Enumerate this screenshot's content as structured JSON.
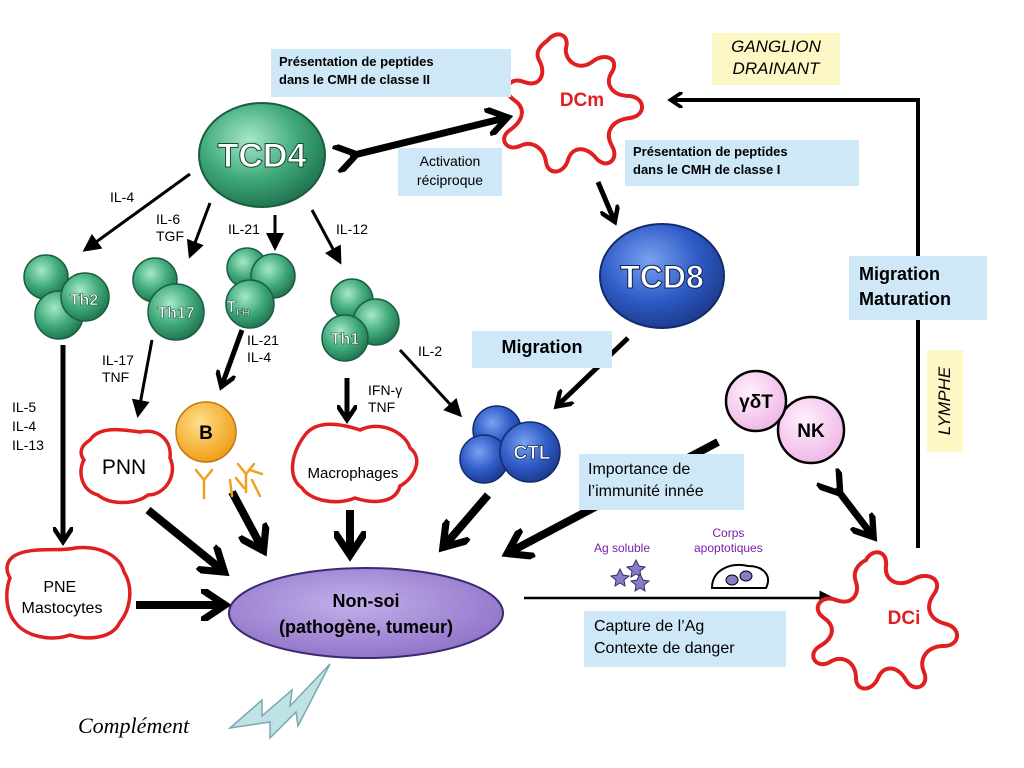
{
  "boxes": {
    "pres_class2": "Présentation de peptides\ndans le CMH de classe II",
    "pres_class1": "Présentation de peptides\ndans le CMH de classe I",
    "activation": "Activation\nréciproque",
    "migration": "Migration",
    "migration_maturation": "Migration\nMaturation",
    "importance": "Importance de\nl’immunité innée",
    "capture": "Capture de l’Ag\nContexte de danger",
    "ganglion": "GANGLION\nDRAINANT",
    "lymphe": "LYMPHE"
  },
  "cells": {
    "tcd4": "TCD4",
    "tcd8": "TCD8",
    "th2": "Th2",
    "th17": "Th17",
    "tfh_main": "T",
    "tfh_sub": "FH",
    "th1": "Th1",
    "ctl": "CTL",
    "b": "B",
    "gdt": "γδT",
    "nk": "NK",
    "dcm": "DCm",
    "dci": "DCi",
    "pnn": "PNN",
    "macrophages": "Macrophages",
    "pne": "PNE\nMastocytes",
    "nonsoi_line1": "Non-soi",
    "nonsoi_line2": "(pathogène, tumeur)",
    "complement": "Complément"
  },
  "labels": {
    "il4": "IL-4",
    "il6_tgf": "IL-6\nTGF",
    "il21": "IL-21",
    "il12": "IL-12",
    "il17_tnf": "IL-17\nTNF",
    "il21_il4": "IL-21\nIL-4",
    "il5_il4_il13": "IL-5\nIL-4\nIL-13",
    "ifng_tnf": "IFN-γ\nTNF",
    "il2": "IL-2",
    "ag_soluble": "Ag soluble",
    "corps_apoptotiques": "Corps\napoptotiques"
  },
  "colors": {
    "tcell_green": "#2f9a6c",
    "tcd8_blue": "#2b52b8",
    "nonsoi_purple": "#8d6fc4",
    "dc_red": "#e02020",
    "b_orange": "#f0a020",
    "gdt_pink": "#f0b8e8",
    "label_purple": "#7a1fa8"
  }
}
